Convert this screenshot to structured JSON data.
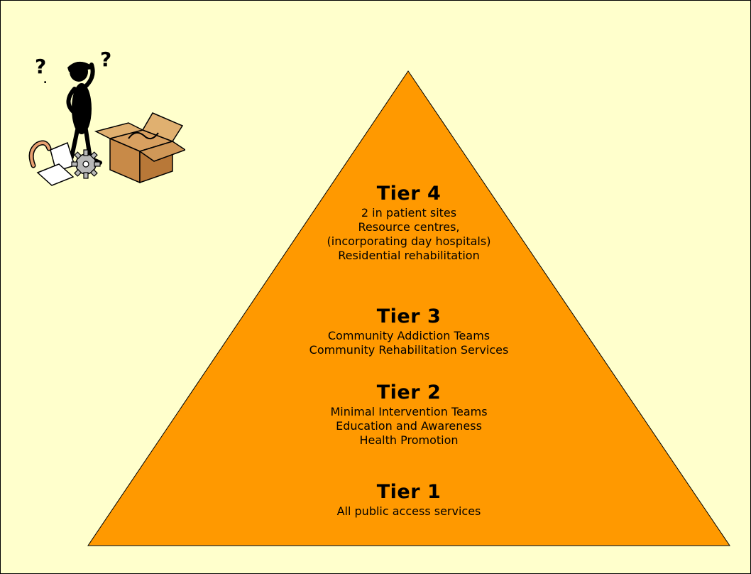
{
  "colors": {
    "background": "#ffffcc",
    "pyramid_fill": "#ff9900",
    "border": "#000000",
    "text": "#000000"
  },
  "clipart": {
    "icon": "confused-figure-with-box-icon"
  },
  "tiers": [
    {
      "title": "Tier 4",
      "lines": [
        "2 in patient sites",
        "Resource centres,",
        "(incorporating day hospitals)",
        "Residential rehabilitation"
      ]
    },
    {
      "title": "Tier 3",
      "lines": [
        "Community Addiction Teams",
        "Community Rehabilitation Services"
      ]
    },
    {
      "title": "Tier 2",
      "lines": [
        "Minimal Intervention Teams",
        "Education and Awareness",
        "Health Promotion"
      ]
    },
    {
      "title": "Tier 1",
      "lines": [
        "All public access services"
      ]
    }
  ]
}
